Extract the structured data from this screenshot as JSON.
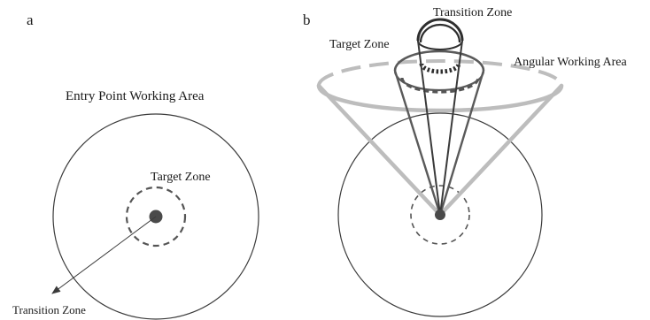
{
  "panel_a": {
    "letter": "a",
    "title": "Entry Point Working Area",
    "target_zone_label": "Target Zone",
    "transition_zone_label": "Transition Zone"
  },
  "panel_b": {
    "letter": "b",
    "transition_zone_label": "Transition Zone",
    "target_zone_label": "Target Zone",
    "angular_area_label": "Angular Working Area"
  },
  "colors": {
    "outline": "#3a3a3a",
    "dashed_zone": "#555555",
    "cone_light": "#bdbdbd",
    "cone_dark": "#5a5a5a",
    "entry_point": "#4a4a4a",
    "background": "#ffffff"
  }
}
